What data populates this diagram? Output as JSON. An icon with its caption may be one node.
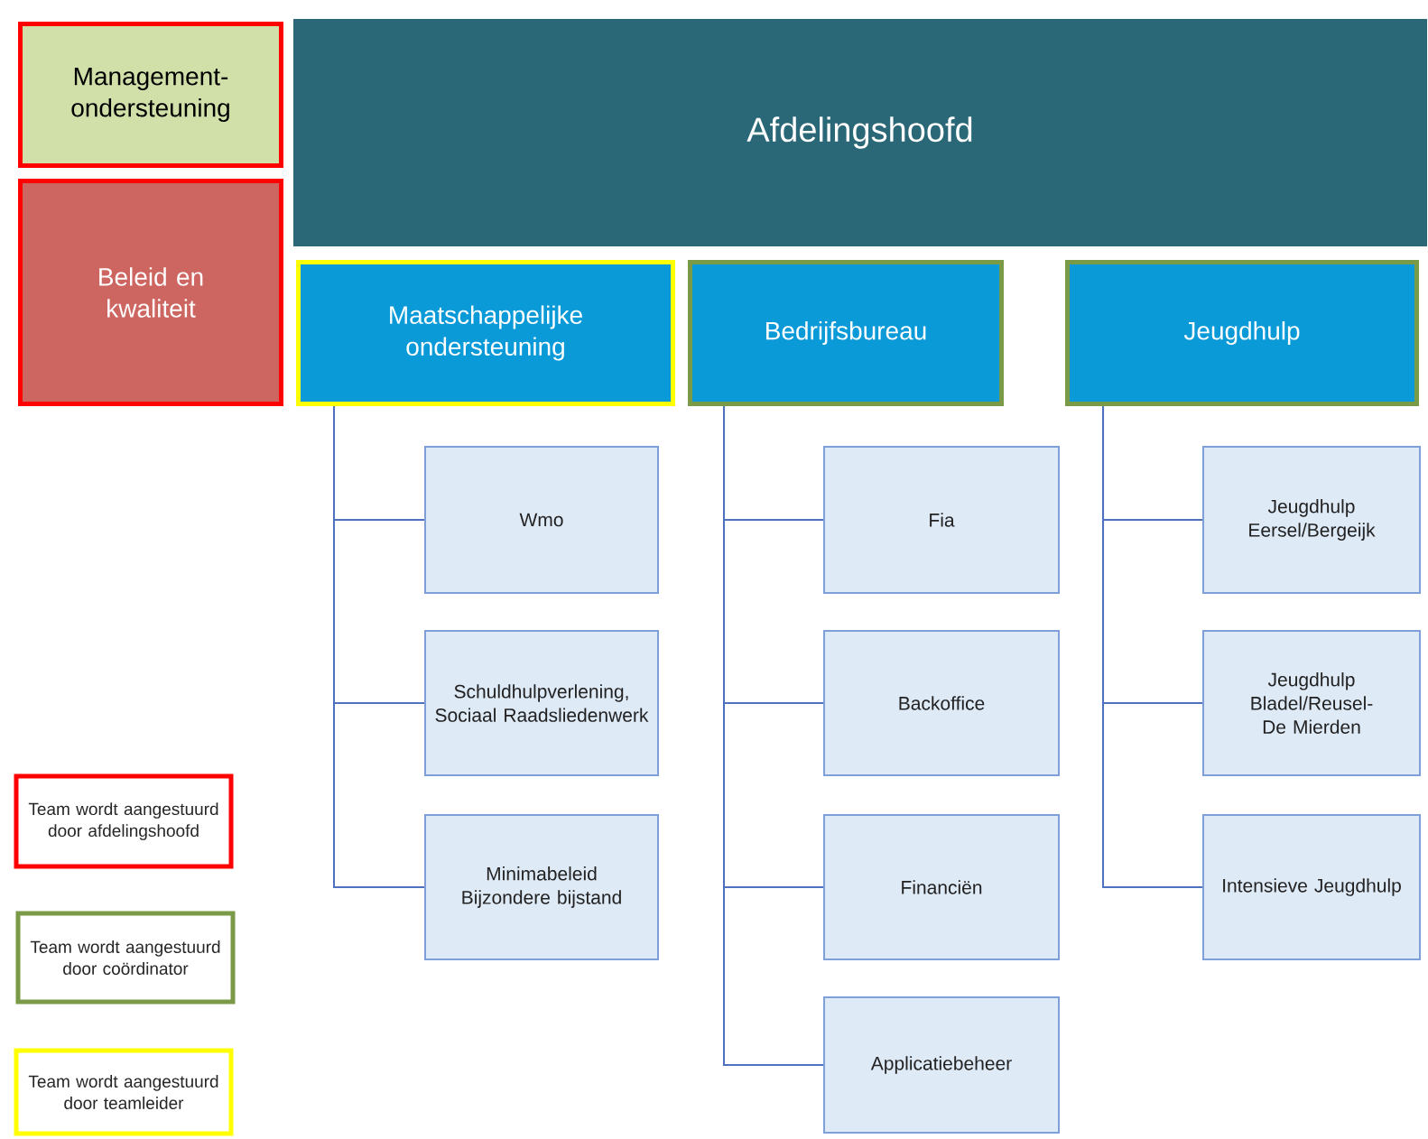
{
  "diagram": {
    "nodes": [
      {
        "text": [
          "Management-ondersteuning"
        ]
      },
      {
        "text": [
          "Afdelingshoofd"
        ]
      },
      {
        "text": [
          "Beleid en kwaliteit"
        ]
      },
      {
        "text": [
          "Maatschappelijke ondersteuning"
        ]
      },
      {
        "text": [
          "Bedrijfsbureau"
        ]
      },
      {
        "text": [
          "Jeugdhulp"
        ]
      },
      {
        "text": [
          "Wmo"
        ]
      },
      {
        "text": [
          "Schuldhulpverlening, Sociaal Raadsliedenwerk"
        ]
      },
      {
        "text": [
          "Minimabeleid Bijzondere bijstand"
        ]
      },
      {
        "text": [
          "Fia"
        ]
      },
      {
        "text": [
          "Backoffice"
        ]
      },
      {
        "text": [
          "Financiën"
        ]
      },
      {
        "text": [
          "Applicatiebeheer"
        ]
      },
      {
        "text": [
          "Jeugdhulp Eersel/Bergeijk"
        ]
      },
      {
        "text": [
          "Jeugdhulp Bladel/Reusel- De Mierden"
        ]
      },
      {
        "text": [
          "Intensieve Jeugdhulp"
        ]
      }
    ],
    "edges": [
      {
        "from": 3,
        "to": 6,
        "arrow": "none"
      },
      {
        "from": 3,
        "to": 7,
        "arrow": "none"
      },
      {
        "from": 3,
        "to": 8,
        "arrow": "none"
      },
      {
        "from": 4,
        "to": 9,
        "arrow": "none"
      },
      {
        "from": 4,
        "to": 10,
        "arrow": "none"
      },
      {
        "from": 4,
        "to": 11,
        "arrow": "none"
      },
      {
        "from": 4,
        "to": 12,
        "arrow": "none"
      },
      {
        "from": 5,
        "to": 13,
        "arrow": "none"
      },
      {
        "from": 5,
        "to": 14,
        "arrow": "none"
      },
      {
        "from": 5,
        "to": 15,
        "arrow": "none"
      }
    ],
    "legend": [
      {
        "text": "Team wordt aangestuurd door afdelingshoofd",
        "color": "#ff0000"
      },
      {
        "text": "Team wordt aangestuurd door coördinator",
        "color": "#7a9a48"
      },
      {
        "text": "Team wordt aangestuurd door teamleider",
        "color": "#ffff00"
      }
    ]
  }
}
